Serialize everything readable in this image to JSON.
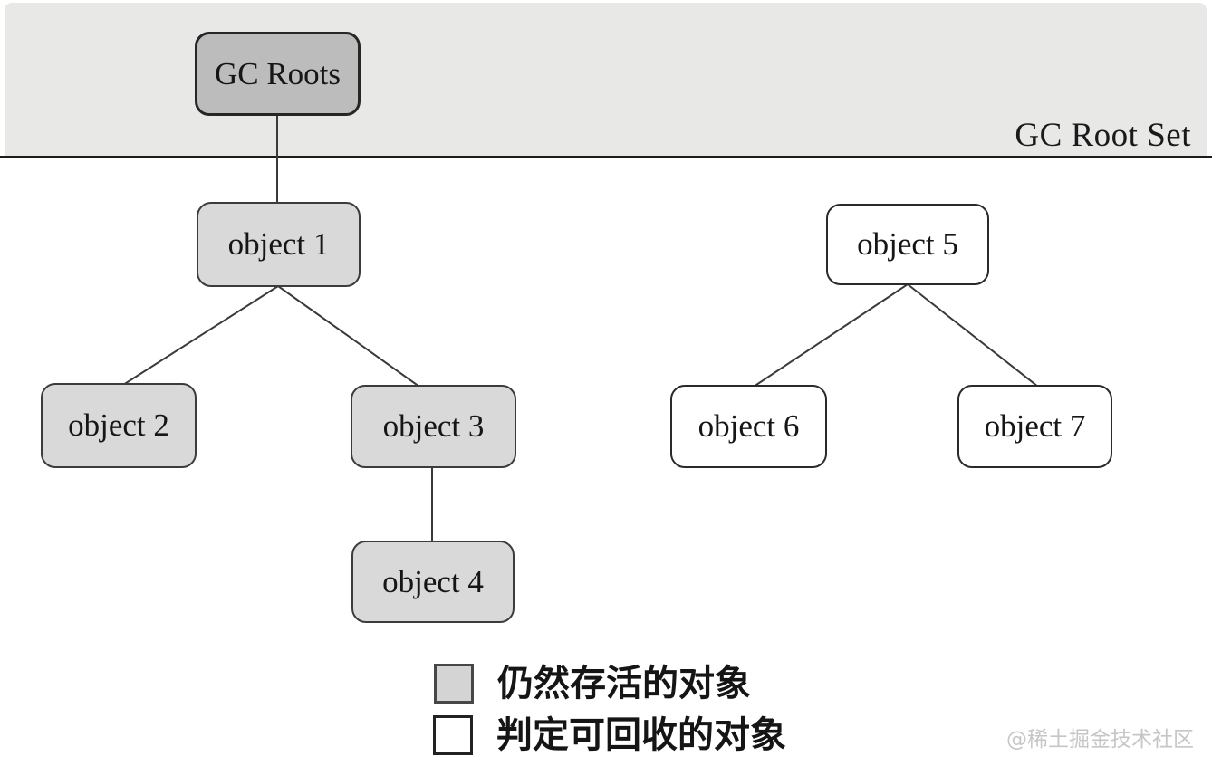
{
  "diagram": {
    "banner": {
      "title": "GC Root Set"
    },
    "nodes": [
      {
        "id": "gc-roots",
        "label": "GC Roots",
        "type": "root"
      },
      {
        "id": "object-1",
        "label": "object 1",
        "type": "alive"
      },
      {
        "id": "object-2",
        "label": "object 2",
        "type": "alive"
      },
      {
        "id": "object-3",
        "label": "object 3",
        "type": "alive"
      },
      {
        "id": "object-4",
        "label": "object 4",
        "type": "alive"
      },
      {
        "id": "object-5",
        "label": "object 5",
        "type": "collectable"
      },
      {
        "id": "object-6",
        "label": "object 6",
        "type": "collectable"
      },
      {
        "id": "object-7",
        "label": "object 7",
        "type": "collectable"
      }
    ],
    "edges": [
      {
        "from": "gc-roots",
        "to": "object-1"
      },
      {
        "from": "object-1",
        "to": "object-2"
      },
      {
        "from": "object-1",
        "to": "object-3"
      },
      {
        "from": "object-3",
        "to": "object-4"
      },
      {
        "from": "object-5",
        "to": "object-6"
      },
      {
        "from": "object-5",
        "to": "object-7"
      }
    ],
    "legend": [
      {
        "swatch": "alive",
        "label": "仍然存活的对象"
      },
      {
        "swatch": "collectable",
        "label": "判定可回收的对象"
      }
    ],
    "watermark": "@稀土掘金技术社区",
    "colors": {
      "banner_bg": "#e8e8e7",
      "root_fill": "#bcbcbc",
      "alive_fill": "#d9d9d9",
      "collectable_fill": "#ffffff",
      "node_border": "#2a2a2a",
      "edge_line": "#3a3a3a",
      "divider": "#1c1c1c",
      "watermark_text": "#c6c6c6"
    }
  }
}
